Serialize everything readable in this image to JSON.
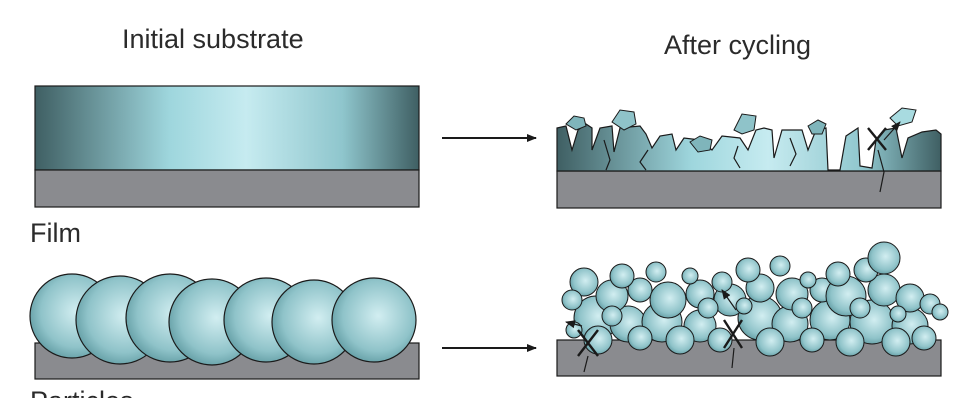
{
  "labels": {
    "initial_substrate": "Initial substrate",
    "after_cycling": "After cycling",
    "film": "Film",
    "particles": "Particles"
  },
  "colors": {
    "substrate": "#8a8b8f",
    "film_edge": "#3f5f63",
    "film_center": "#c6ebf0",
    "particle_fill": "#8fc3c9",
    "particle_light": "#d2eef1",
    "outline": "#1a1a1a"
  }
}
